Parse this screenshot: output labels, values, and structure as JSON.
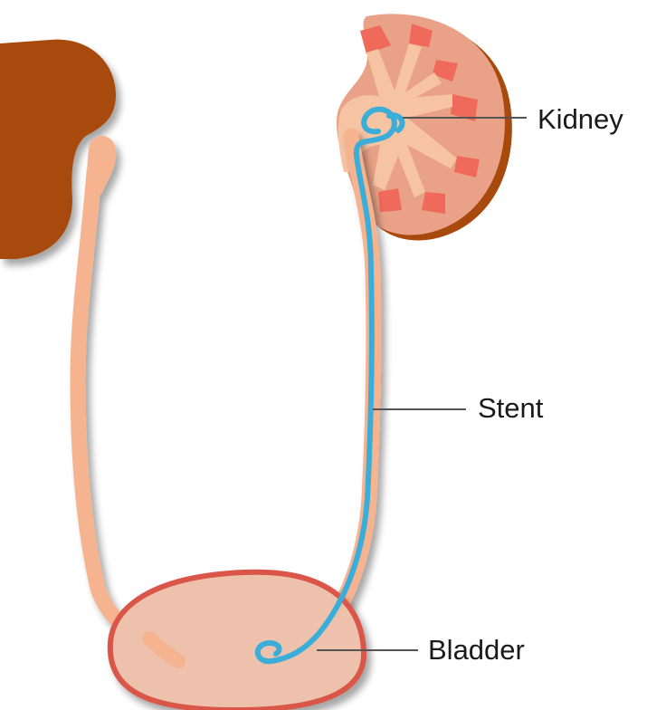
{
  "labels": {
    "kidney": "Kidney",
    "stent": "Stent",
    "bladder": "Bladder"
  },
  "colors": {
    "kidney_dark": "#a8490e",
    "kidney_body": "#e9a287",
    "kidney_pelvis": "#f6c4a3",
    "pyramid": "#ef6a5a",
    "ureter": "#f6b38f",
    "bladder_fill": "#eec1ad",
    "bladder_outline": "#d9574a",
    "stent": "#3aaed8",
    "label_text": "#1a1a1a"
  }
}
